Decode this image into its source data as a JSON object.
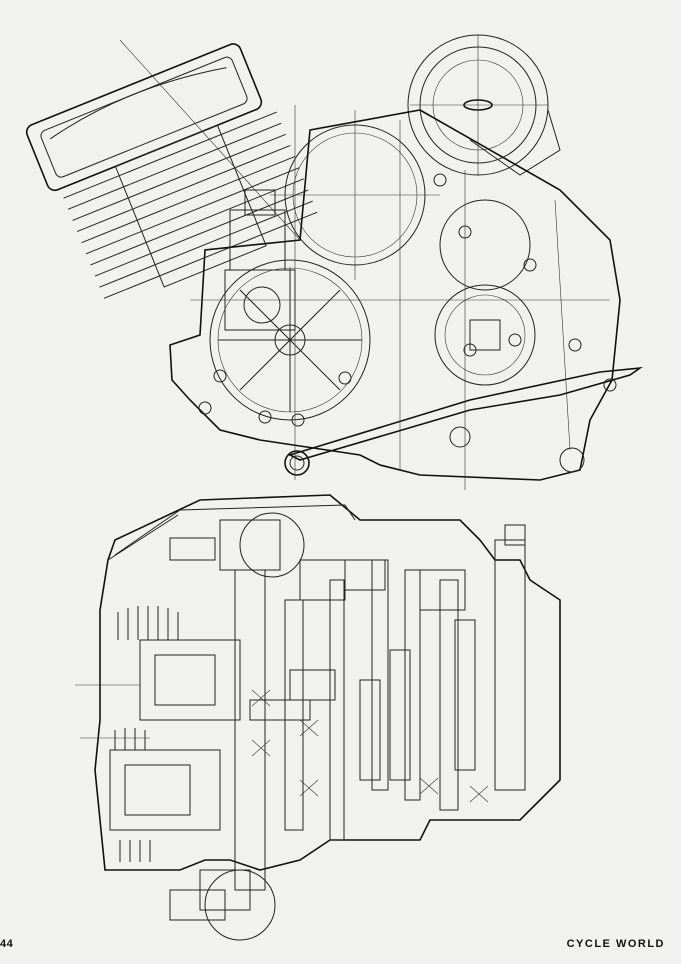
{
  "page": {
    "number": "44",
    "publication": "CYCLE WORLD",
    "background": "#f1f1ef",
    "ink": "#222222"
  },
  "figures": [
    {
      "name": "engine-side-elevation"
    },
    {
      "name": "engine-cross-section"
    }
  ]
}
